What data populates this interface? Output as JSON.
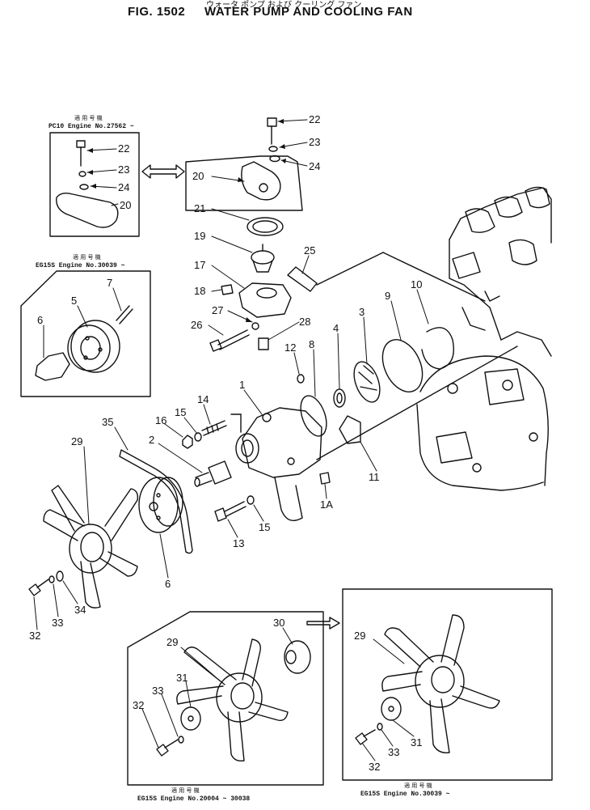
{
  "header": {
    "figure_number": "FIG. 1502",
    "title": "WATER PUMP AND COOLING FAN",
    "title_japanese": "ウォータ ポンプ および クーリング ファン"
  },
  "inset_captions": {
    "top_left": {
      "japanese": "適 用 号 機",
      "text": "PC10 Engine No.27562 ~"
    },
    "mid_left": {
      "japanese": "適 用 号 機",
      "text": "EG15S Engine No.30039 ~"
    },
    "bottom_mid": {
      "japanese": "適 用 号 機",
      "text": "EG15S Engine No.20004 ~ 30038"
    },
    "bottom_right": {
      "japanese": "適 用 号 機",
      "text": "EG15S Engine No.30039 ~"
    }
  },
  "callouts": [
    {
      "id": "c22a",
      "text": "22"
    },
    {
      "id": "c23a",
      "text": "23"
    },
    {
      "id": "c24a",
      "text": "24"
    },
    {
      "id": "c20a",
      "text": "20"
    },
    {
      "id": "c22b",
      "text": "22"
    },
    {
      "id": "c23b",
      "text": "23"
    },
    {
      "id": "c24b",
      "text": "24"
    },
    {
      "id": "c20b",
      "text": "20"
    },
    {
      "id": "c21",
      "text": "21"
    },
    {
      "id": "c19",
      "text": "19"
    },
    {
      "id": "c25",
      "text": "25"
    },
    {
      "id": "c17",
      "text": "17"
    },
    {
      "id": "c18",
      "text": "18"
    },
    {
      "id": "c27",
      "text": "27"
    },
    {
      "id": "c26",
      "text": "26"
    },
    {
      "id": "c28",
      "text": "28"
    },
    {
      "id": "c9",
      "text": "9"
    },
    {
      "id": "c10",
      "text": "10"
    },
    {
      "id": "c3",
      "text": "3"
    },
    {
      "id": "c4",
      "text": "4"
    },
    {
      "id": "c8",
      "text": "8"
    },
    {
      "id": "c12",
      "text": "12"
    },
    {
      "id": "c1",
      "text": "1"
    },
    {
      "id": "c11",
      "text": "11"
    },
    {
      "id": "c7",
      "text": "7"
    },
    {
      "id": "c5",
      "text": "5"
    },
    {
      "id": "c6",
      "text": "6"
    },
    {
      "id": "c14",
      "text": "14"
    },
    {
      "id": "c15a",
      "text": "15"
    },
    {
      "id": "c16",
      "text": "16"
    },
    {
      "id": "c2",
      "text": "2"
    },
    {
      "id": "c35",
      "text": "35"
    },
    {
      "id": "c29a",
      "text": "29"
    },
    {
      "id": "c1A",
      "text": "1A"
    },
    {
      "id": "c15b",
      "text": "15"
    },
    {
      "id": "c13",
      "text": "13"
    },
    {
      "id": "c6b",
      "text": "6"
    },
    {
      "id": "c32a",
      "text": "32"
    },
    {
      "id": "c33a",
      "text": "33"
    },
    {
      "id": "c34",
      "text": "34"
    },
    {
      "id": "c30",
      "text": "30"
    },
    {
      "id": "c29b",
      "text": "29"
    },
    {
      "id": "c31a",
      "text": "31"
    },
    {
      "id": "c33b",
      "text": "33"
    },
    {
      "id": "c32b",
      "text": "32"
    },
    {
      "id": "c29c",
      "text": "29"
    },
    {
      "id": "c31b",
      "text": "31"
    },
    {
      "id": "c33c",
      "text": "33"
    },
    {
      "id": "c32c",
      "text": "32"
    }
  ],
  "colors": {
    "ink": "#111111",
    "paper": "#ffffff"
  }
}
